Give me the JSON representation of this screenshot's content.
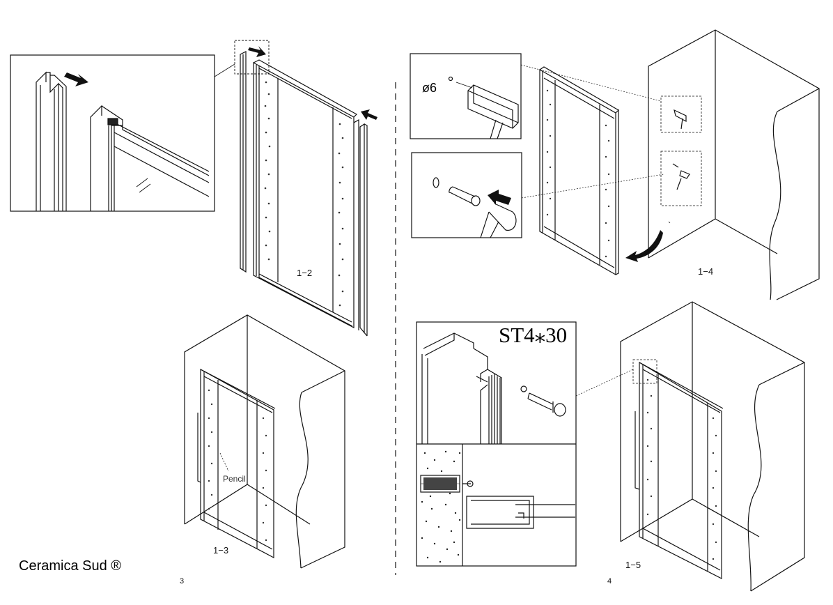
{
  "brand": "Ceramica Sud ®",
  "pages": {
    "left": "3",
    "right": "4"
  },
  "steps": {
    "s12": "1−2",
    "s13": "1−3",
    "s14": "1−4",
    "s15": "1−5"
  },
  "labels": {
    "pencil": "Pencil",
    "drill": "ø6",
    "screw": "ST4⁎30"
  },
  "colors": {
    "line": "#111111",
    "background": "#ffffff",
    "hatch": "#333333"
  }
}
